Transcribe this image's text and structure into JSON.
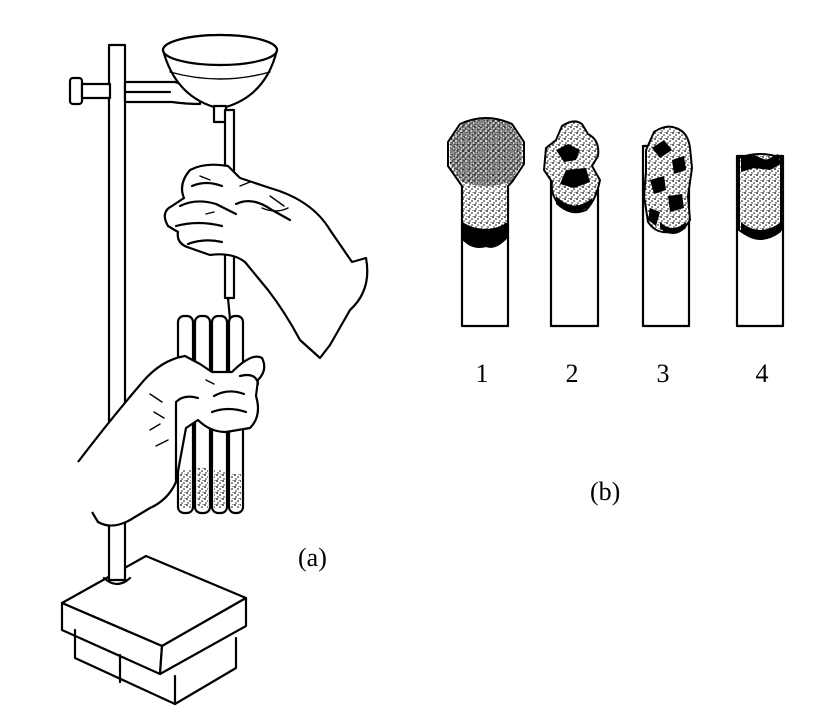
{
  "labels": {
    "panel_a": "(a)",
    "panel_b": "(b)"
  },
  "tubes": [
    {
      "number": "1"
    },
    {
      "number": "2"
    },
    {
      "number": "3"
    },
    {
      "number": "4"
    }
  ],
  "colors": {
    "ink": "#000000",
    "background": "#ffffff"
  }
}
